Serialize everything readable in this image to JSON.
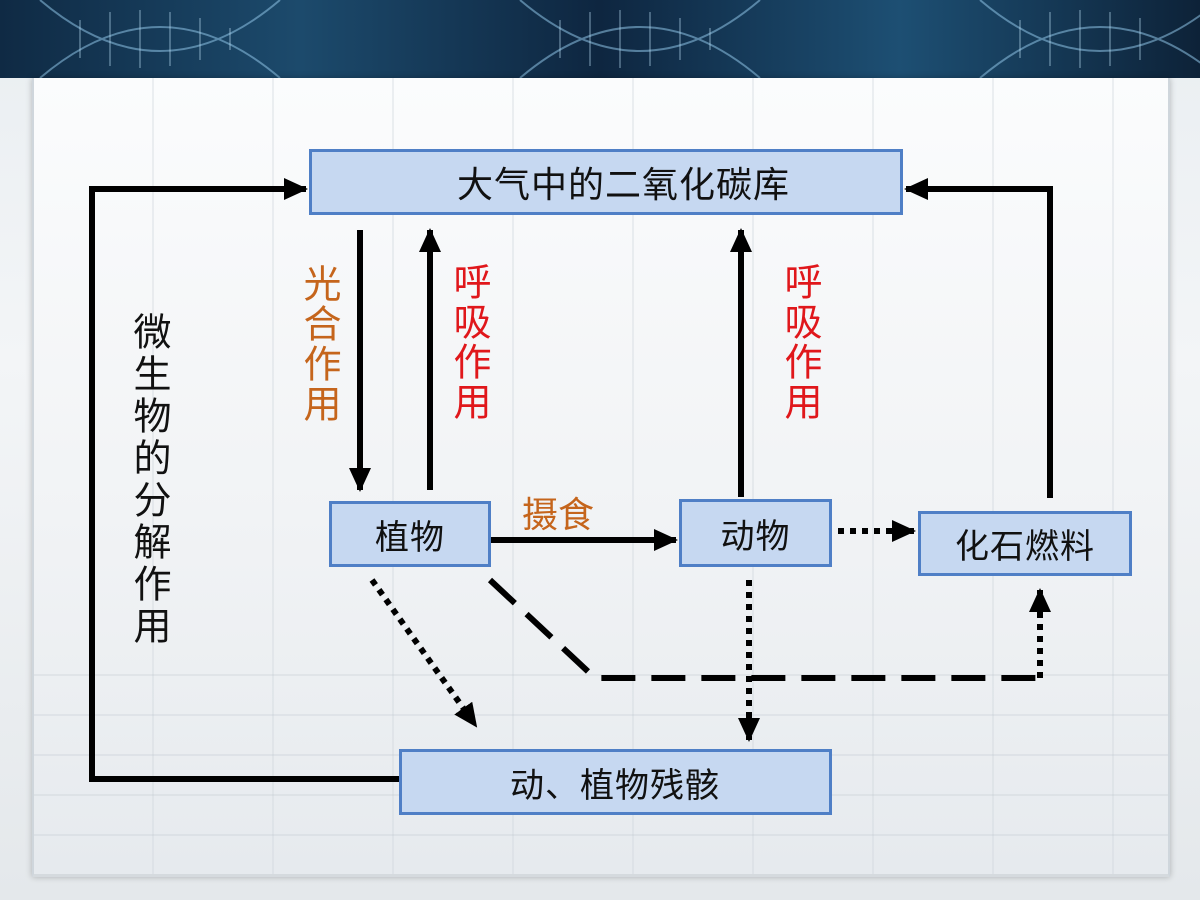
{
  "nodes": {
    "atmosphere": "大气中的二氧化碳库",
    "plant": "植物",
    "animal": "动物",
    "fossil_fuel": "化石燃料",
    "remains": "动、植物残骸"
  },
  "edge_labels": {
    "photosynthesis": "光合作用",
    "respiration_plant": "呼吸作用",
    "respiration_animal": "呼吸作用",
    "eating": "摄食",
    "decomposition": "微生物的分解作用"
  },
  "colors": {
    "box_fill": "#c6d8f1",
    "box_border": "#4f7fc6",
    "label_orange": "#c5651c",
    "label_red": "#e0171b"
  }
}
